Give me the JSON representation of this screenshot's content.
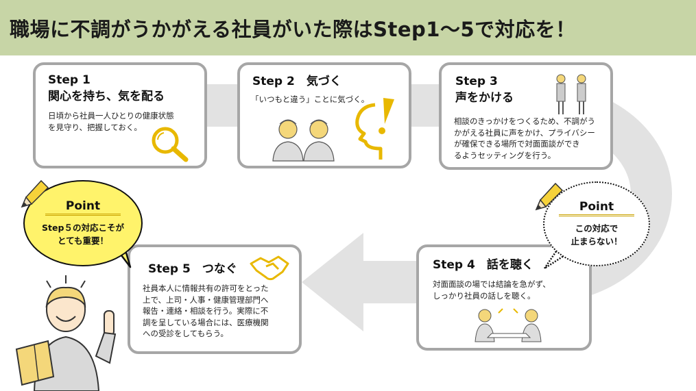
{
  "title": "職場に不調がうかがえる社員がいた際はStep1～5で対応を！",
  "steps": [
    {
      "label": "Step 1",
      "heading": "関心を持ち、気を配る",
      "desc": [
        "日頃から社員一人ひとりの健康状態",
        "を見守り、把握しておく。"
      ],
      "icon": "magnifier-icon"
    },
    {
      "label": "Step 2　気づく",
      "desc": [
        "「いつもと違う」ことに気づく。"
      ],
      "icon": "head-exclamation-icon"
    },
    {
      "label": "Step 3",
      "heading": "声をかける",
      "desc": [
        "相談のきっかけをつくるため、不調がう",
        "かがえる社員に声をかけ、プライバシー",
        "が確保できる場所で対面面談ができ",
        "るようセッティングを行う。"
      ],
      "icon": "two-people-talking-icon"
    },
    {
      "label": "Step 4　話を聴く",
      "desc": [
        "対面面談の場では結論を急がず、",
        "しっかり社員の話しを聴く。"
      ],
      "icon": "meeting-table-icon"
    },
    {
      "label": "Step 5　つなぐ",
      "desc": [
        "社員本人に情報共有の許可をとった",
        "上で、上司・人事・健康管理部門へ",
        "報告・連絡・相談を行う。実際に不",
        "調を呈している場合には、医療機関",
        "への受診をしてもらう。"
      ],
      "icon": "handshake-icon"
    }
  ],
  "points": [
    {
      "label": "Point",
      "text": [
        "Step５の対応こそが",
        "とても重要！"
      ]
    },
    {
      "label": "Point",
      "text": [
        "この対応で",
        "止まらない！"
      ]
    }
  ],
  "colors": {
    "title_bg": "#c7d5a6",
    "accent": "#e8b800",
    "bubble_yellow": "#fff36b",
    "card_border": "#a6a6a6",
    "arrow": "#e2e2e2"
  }
}
